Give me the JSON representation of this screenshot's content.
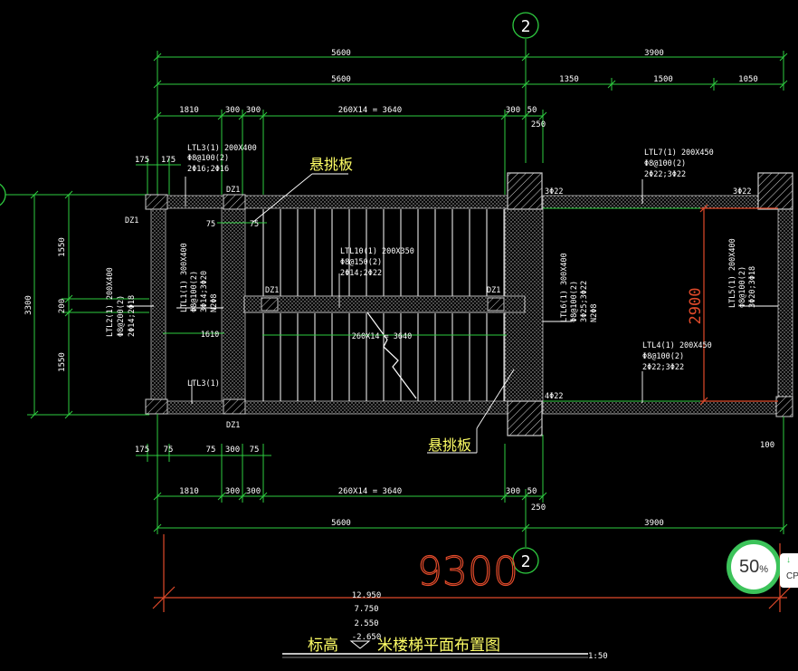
{
  "drawing": {
    "axis_top": "2",
    "axis_bottom": "2",
    "dims_top": {
      "row1": [
        "5600",
        "3900"
      ],
      "row2": [
        "5600",
        "1350",
        "1500",
        "1050"
      ],
      "row3": [
        "1810",
        "300",
        "300",
        "260X14 = 3640",
        "300",
        "50"
      ],
      "right_small": "250",
      "side_small": [
        "175",
        "175"
      ]
    },
    "dims_bottom": {
      "row_a": [
        "175",
        "75",
        "75",
        "300",
        "75",
        "100"
      ],
      "row_b": [
        "1810",
        "300",
        "300",
        "260X14 = 3640",
        "300",
        "50"
      ],
      "right_small": "250",
      "row_c": [
        "5600",
        "3900"
      ]
    },
    "dims_left": [
      "3300",
      "1550",
      "200",
      "1550"
    ],
    "small_75": [
      "75",
      "75"
    ],
    "width_1610": "1610",
    "stair_mid": "260X14 = 3640",
    "height_2900": "2900",
    "total_9300": "9300",
    "cantilever_top": "悬挑板",
    "cantilever_bottom": "悬挑板",
    "labels": {
      "ltl3_top": [
        "LTL3(1) 200X400",
        "Φ8@100(2)",
        "2Φ16;2Φ16"
      ],
      "ltl7": [
        "LTL7(1) 200X450",
        "Φ8@100(2)",
        "2Φ22;3Φ22"
      ],
      "ltl10": [
        "LTL10(1) 200X350",
        "Φ8@150(2)",
        "2Φ14;2Φ22"
      ],
      "ltl2": [
        "LTL2(1) 200X400",
        "Φ8@200(2)",
        "2Φ14;2Φ18"
      ],
      "ltl1": [
        "LTL1(1) 300X400",
        "Φ8@100(2)",
        "3Φ14;3Φ20",
        "N2Φ8"
      ],
      "ltl6": [
        "LTL6(1) 300X400",
        "Φ8@100(2)",
        "3Φ25;3Φ22",
        "N2Φ8"
      ],
      "ltl4": [
        "LTL4(1) 200X450",
        "Φ8@100(2)",
        "2Φ22;3Φ22"
      ],
      "ltl5": [
        "LTL5(1) 200X400",
        "Φ8@100(2)",
        "3Φ20;3Φ18"
      ],
      "ltl3_bot": "LTL3(1)",
      "dz1_tl": "DZ1",
      "dz1_l": "DZ1",
      "dz1_b": "DZ1",
      "dz1_c1": "DZ1",
      "dz1_c2": "DZ1",
      "rebar_a": "3Φ22",
      "rebar_b": "3Φ22",
      "rebar_c": "4Φ22"
    },
    "elevations": [
      "12.950",
      "7.750",
      "2.550",
      "-2.650"
    ],
    "title_prefix": "标高",
    "title_main": "米楼梯平面布置图",
    "scale": "1:50"
  },
  "overlay": {
    "progress_value": "50",
    "progress_unit": "%",
    "side_tab_label": "CP"
  },
  "colors": {
    "dimension": "#2ecc40",
    "text": "#ffffff",
    "yellow": "#ffff66",
    "red": "#e04a2a",
    "wall": "#bbbbbb",
    "axis_circle": "#2ecc40"
  }
}
